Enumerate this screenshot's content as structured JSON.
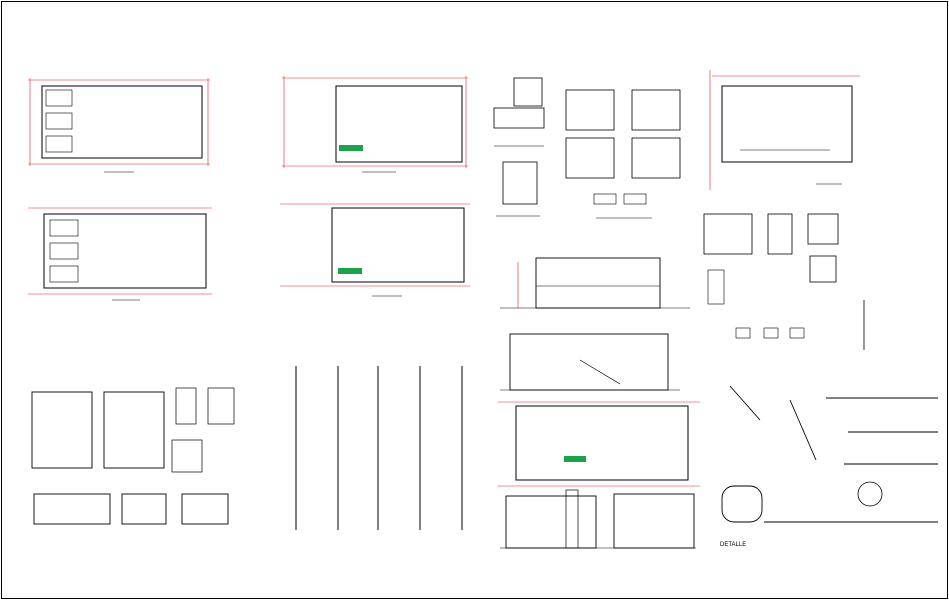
{
  "sheet": {
    "colors": {
      "line": "#000000",
      "dim": "#e8202a",
      "accent_green": "#1aa34a",
      "background": "#ffffff"
    },
    "panels": [
      {
        "id": "floor-plan-top-left",
        "kind": "floor-plan"
      },
      {
        "id": "floor-plan-top-center",
        "kind": "floor-plan"
      },
      {
        "id": "stair-plans-top",
        "kind": "detail-plan"
      },
      {
        "id": "room-plans-top",
        "kind": "detail-plan"
      },
      {
        "id": "site-plan-top-right",
        "kind": "site-plan"
      },
      {
        "id": "floor-plan-mid-left",
        "kind": "floor-plan"
      },
      {
        "id": "floor-plan-mid-center",
        "kind": "floor-plan"
      },
      {
        "id": "front-elevation",
        "kind": "elevation"
      },
      {
        "id": "section-view",
        "kind": "section"
      },
      {
        "id": "small-details-right",
        "kind": "detail"
      },
      {
        "id": "wall-sections",
        "kind": "section"
      },
      {
        "id": "door-window-details",
        "kind": "detail"
      },
      {
        "id": "office-plan-bottom",
        "kind": "floor-plan"
      },
      {
        "id": "construction-details-right",
        "kind": "detail"
      },
      {
        "id": "bottom-elevations",
        "kind": "elevation"
      }
    ],
    "detail_label": "DETALLE"
  }
}
